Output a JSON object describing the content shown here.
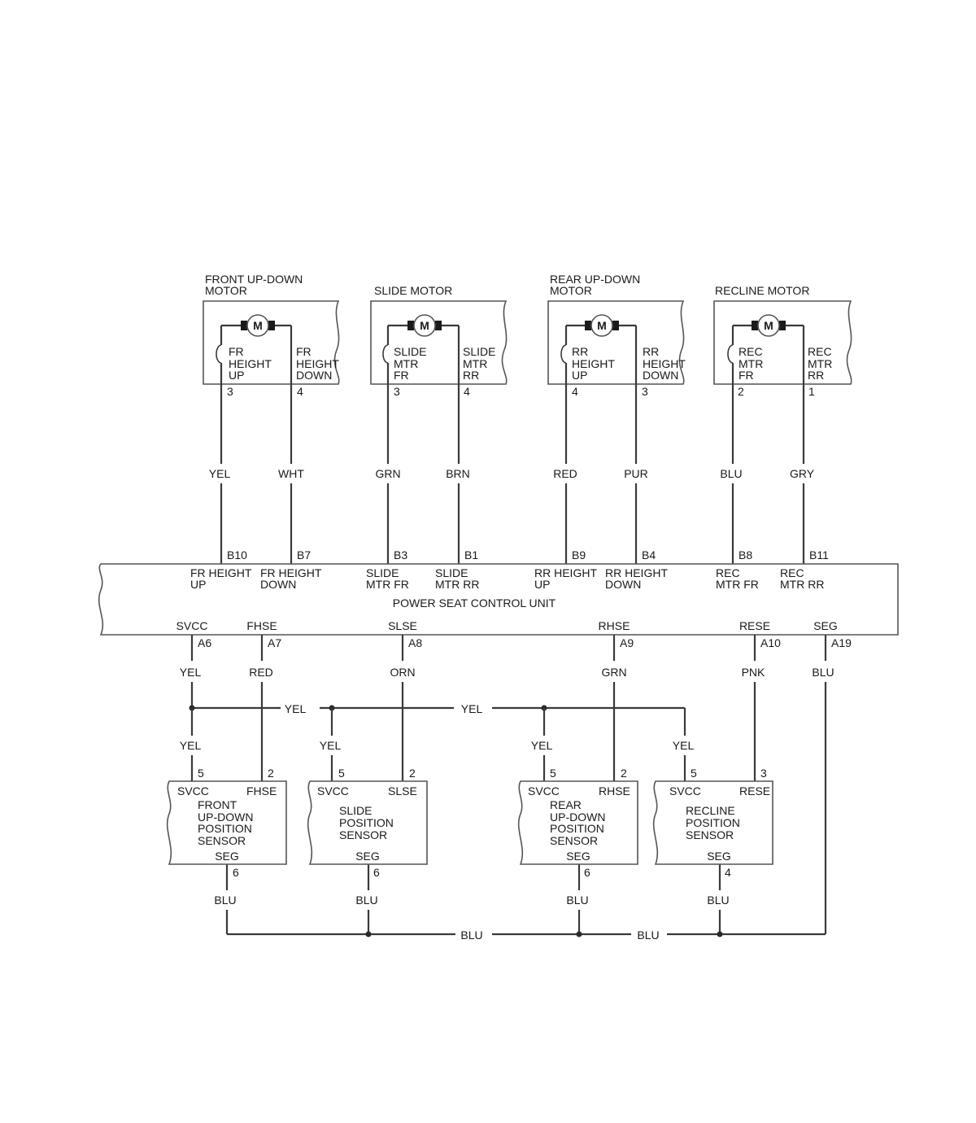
{
  "motors": [
    {
      "title_line1": "FRONT UP-DOWN",
      "title_line2": "MOTOR",
      "left_label": [
        "FR",
        "HEIGHT",
        "UP"
      ],
      "right_label": [
        "FR",
        "HEIGHT",
        "DOWN"
      ],
      "left_pin": "3",
      "right_pin": "4",
      "left_wire": "YEL",
      "right_wire": "WHT",
      "left_term": "B10",
      "right_term": "B7",
      "left_signal": [
        "FR HEIGHT",
        "UP"
      ],
      "right_signal": [
        "FR HEIGHT",
        "DOWN"
      ]
    },
    {
      "title_line1": "SLIDE MOTOR",
      "title_line2": "",
      "left_label": [
        "SLIDE",
        "MTR",
        "FR"
      ],
      "right_label": [
        "SLIDE",
        "MTR",
        "RR"
      ],
      "left_pin": "3",
      "right_pin": "4",
      "left_wire": "GRN",
      "right_wire": "BRN",
      "left_term": "B3",
      "right_term": "B1",
      "left_signal": [
        "SLIDE",
        "MTR FR"
      ],
      "right_signal": [
        "SLIDE",
        "MTR RR"
      ]
    },
    {
      "title_line1": "REAR UP-DOWN",
      "title_line2": "MOTOR",
      "left_label": [
        "RR",
        "HEIGHT",
        "UP"
      ],
      "right_label": [
        "RR",
        "HEIGHT",
        "DOWN"
      ],
      "left_pin": "4",
      "right_pin": "3",
      "left_wire": "RED",
      "right_wire": "PUR",
      "left_term": "B9",
      "right_term": "B4",
      "left_signal": [
        "RR HEIGHT",
        "UP"
      ],
      "right_signal": [
        "RR HEIGHT",
        "DOWN"
      ]
    },
    {
      "title_line1": "RECLINE MOTOR",
      "title_line2": "",
      "left_label": [
        "REC",
        "MTR",
        "FR"
      ],
      "right_label": [
        "REC",
        "MTR",
        "RR"
      ],
      "left_pin": "2",
      "right_pin": "1",
      "left_wire": "BLU",
      "right_wire": "GRY",
      "left_term": "B8",
      "right_term": "B11",
      "left_signal": [
        "REC",
        "MTR FR"
      ],
      "right_signal": [
        "REC",
        "MTR RR"
      ]
    }
  ],
  "motor_symbol": "M",
  "control_unit": {
    "name": "POWER SEAT CONTROL UNIT",
    "lower_pins": [
      {
        "signal": "SVCC",
        "term": "A6",
        "wire": "YEL"
      },
      {
        "signal": "FHSE",
        "term": "A7",
        "wire": "RED"
      },
      {
        "signal": "SLSE",
        "term": "A8",
        "wire": "ORN"
      },
      {
        "signal": "RHSE",
        "term": "A9",
        "wire": "GRN"
      },
      {
        "signal": "RESE",
        "term": "A10",
        "wire": "PNK"
      },
      {
        "signal": "SEG",
        "term": "A19",
        "wire": "BLU"
      }
    ]
  },
  "svcc_bus_labels": [
    "YEL",
    "YEL"
  ],
  "seg_bus_labels": [
    "BLU",
    "BLU"
  ],
  "sensors": [
    {
      "name": [
        "FRONT",
        "UP-DOWN",
        "POSITION",
        "SENSOR"
      ],
      "svcc_label": "SVCC",
      "sig_label": "FHSE",
      "seg_label": "SEG",
      "svcc_pin": "5",
      "sig_pin": "2",
      "seg_pin": "6",
      "svcc_wire": "YEL",
      "seg_wire": "BLU"
    },
    {
      "name": [
        "SLIDE",
        "POSITION",
        "SENSOR"
      ],
      "svcc_label": "SVCC",
      "sig_label": "SLSE",
      "seg_label": "SEG",
      "svcc_pin": "5",
      "sig_pin": "2",
      "seg_pin": "6",
      "svcc_wire": "YEL",
      "seg_wire": "BLU"
    },
    {
      "name": [
        "REAR",
        "UP-DOWN",
        "POSITION",
        "SENSOR"
      ],
      "svcc_label": "SVCC",
      "sig_label": "RHSE",
      "seg_label": "SEG",
      "svcc_pin": "5",
      "sig_pin": "2",
      "seg_pin": "6",
      "svcc_wire": "YEL",
      "seg_wire": "BLU"
    },
    {
      "name": [
        "RECLINE",
        "POSITION",
        "SENSOR"
      ],
      "svcc_label": "SVCC",
      "sig_label": "RESE",
      "seg_label": "SEG",
      "svcc_pin": "5",
      "sig_pin": "3",
      "seg_pin": "4",
      "svcc_wire": "YEL",
      "seg_wire": "BLU"
    }
  ]
}
